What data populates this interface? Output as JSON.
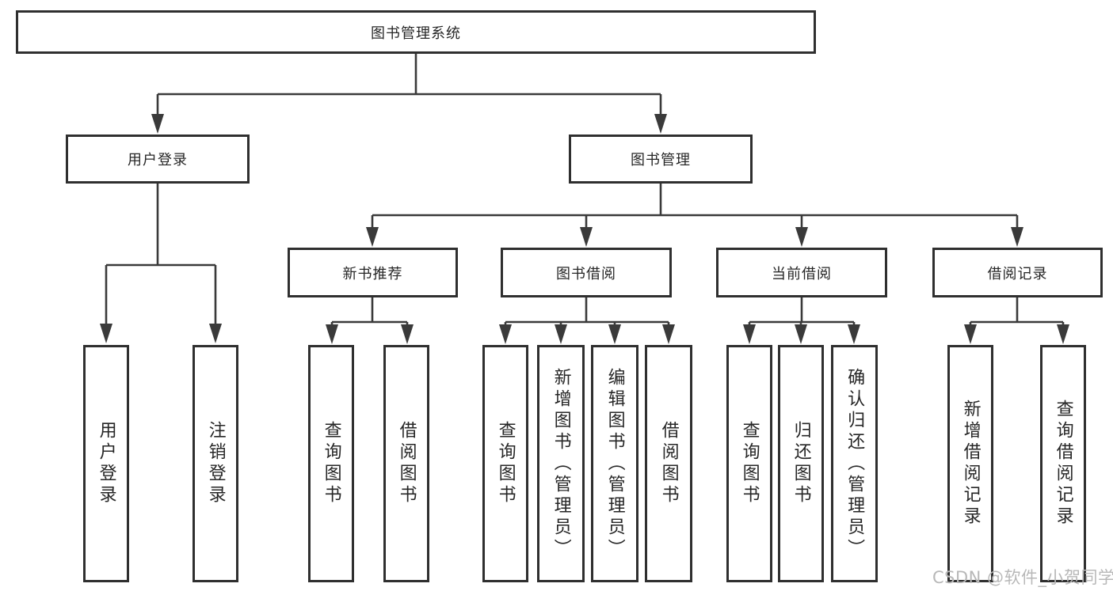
{
  "diagram_title": "图书管理系统",
  "tree": {
    "root": {
      "label": "图书管理系统"
    },
    "branches": [
      {
        "label": "用户登录",
        "children": [
          "用户登录",
          "注销登录"
        ]
      },
      {
        "label": "图书管理",
        "children": [
          {
            "label": "新书推荐",
            "children": [
              "查询图书",
              "借阅图书"
            ]
          },
          {
            "label": "图书借阅",
            "children": [
              "查询图书",
              "新增图书（管理员）",
              "编辑图书（管理员）",
              "借阅图书"
            ]
          },
          {
            "label": "当前借阅",
            "children": [
              "查询图书",
              "归还图书",
              "确认归还（管理员）"
            ]
          },
          {
            "label": "借阅记录",
            "children": [
              "新增借阅记录",
              "查询借阅记录"
            ]
          }
        ]
      }
    ]
  },
  "colors": {
    "line": "#3a3a3a",
    "box_border": "#2f2f2f",
    "text": "#262626",
    "watermark": "#b8b8b8",
    "background": "#ffffff"
  },
  "watermark": "CSDN @软件_小贺同学"
}
